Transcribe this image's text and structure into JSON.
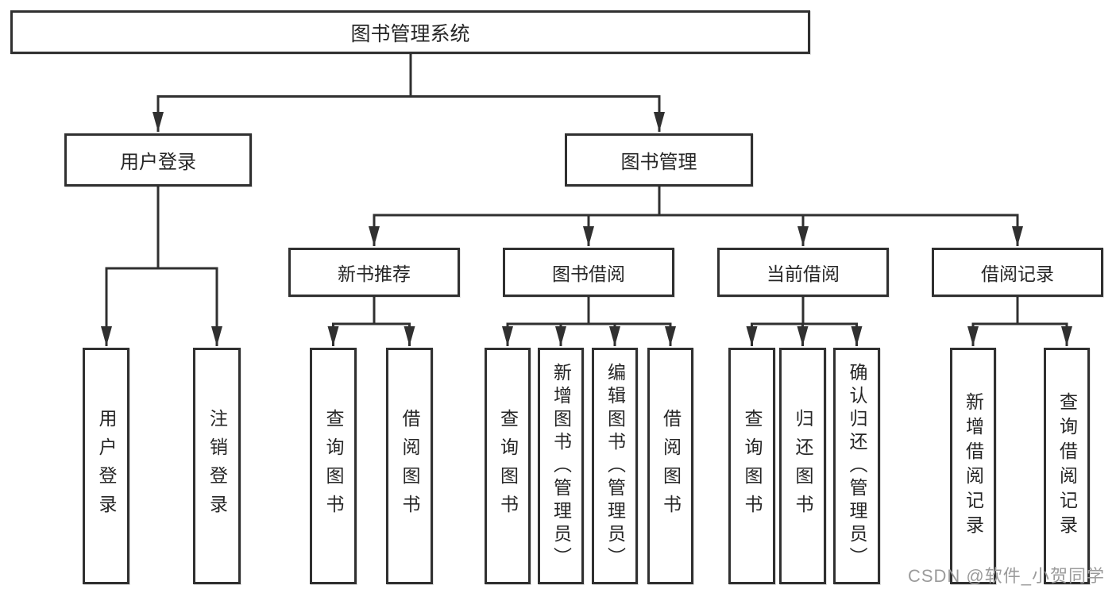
{
  "root": {
    "label": "图书管理系统"
  },
  "branches": {
    "user_login": {
      "label": "用户登录",
      "children": [
        "用户登录",
        "注销登录"
      ]
    },
    "book_management": {
      "label": "图书管理",
      "groups": [
        {
          "label": "新书推荐",
          "children": [
            "查询图书",
            "借阅图书"
          ]
        },
        {
          "label": "图书借阅",
          "children": [
            "查询图书",
            "新增图书（管理员）",
            "编辑图书（管理员）",
            "借阅图书"
          ]
        },
        {
          "label": "当前借阅",
          "children": [
            "查询图书",
            "归还图书",
            "确认归还（管理员）"
          ]
        },
        {
          "label": "借阅记录",
          "children": [
            "新增借阅记录",
            "查询借阅记录"
          ]
        }
      ]
    }
  },
  "watermark": "CSDN @软件_小贺同学",
  "colors": {
    "line": "#303030",
    "text": "#262626",
    "watermark": "#9b9b9b",
    "background": "#ffffff"
  }
}
